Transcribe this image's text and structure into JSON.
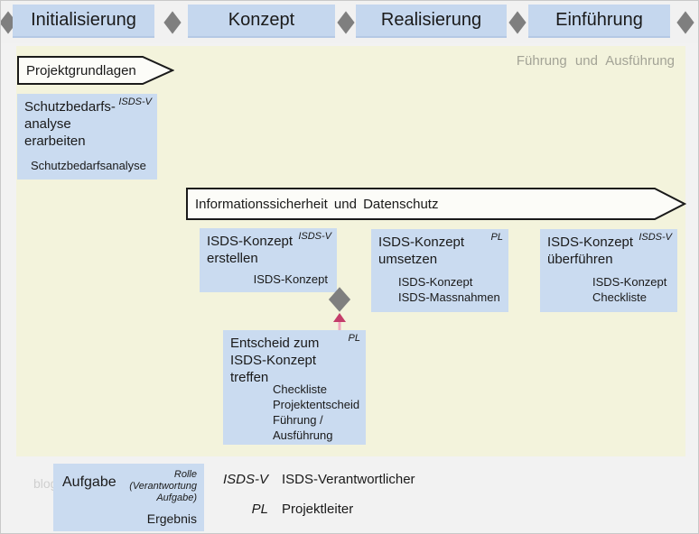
{
  "phases": [
    {
      "label": "Initialisierung"
    },
    {
      "label": "Konzept"
    },
    {
      "label": "Realisierung"
    },
    {
      "label": "Einführung"
    }
  ],
  "band": {
    "title": "Führung und Ausführung"
  },
  "banners": {
    "projektgrundlagen": "Projektgrundlagen",
    "isds": "Informationssicherheit und Datenschutz"
  },
  "tasks": {
    "schutzbedarf": {
      "title_lines": [
        "Schutzbedarfs-",
        "analyse",
        "erarbeiten"
      ],
      "role": "ISDS-V",
      "results": [
        "Schutzbedarfsanalyse"
      ]
    },
    "erstellen": {
      "title_lines": [
        "ISDS-Konzept",
        "erstellen"
      ],
      "role": "ISDS-V",
      "results": [
        "ISDS-Konzept"
      ]
    },
    "umsetzen": {
      "title_lines": [
        "ISDS-Konzept",
        "umsetzen"
      ],
      "role": "PL",
      "results": [
        "ISDS-Konzept",
        "ISDS-Massnahmen"
      ]
    },
    "ueberfuehren": {
      "title_lines": [
        "ISDS-Konzept",
        "überführen"
      ],
      "role": "ISDS-V",
      "results": [
        "ISDS-Konzept",
        "Checkliste"
      ]
    },
    "entscheid": {
      "title_lines": [
        "Entscheid zum",
        "ISDS-Konzept",
        "treffen"
      ],
      "role": "PL",
      "results": [
        "Checkliste",
        "Projektentscheid",
        "Führung /",
        "Ausführung"
      ]
    }
  },
  "legend": {
    "task_label": "Aufgabe",
    "role_lines": [
      "Rolle",
      "(Verantwortung",
      "Aufgabe)"
    ],
    "result_label": "Ergebnis",
    "abbreviations": [
      {
        "abbr": "ISDS-V",
        "meaning": "ISDS-Verantwortlicher"
      },
      {
        "abbr": "PL",
        "meaning": "Projektleiter"
      }
    ]
  },
  "watermark": "blog",
  "colors": {
    "phase_blue": "#c5d7ee",
    "task_blue": "#cadbf0",
    "band_yellow": "#f3f3dc",
    "diamond_gray": "#7f7f7f",
    "arrow_pink": "#c43d6a"
  }
}
